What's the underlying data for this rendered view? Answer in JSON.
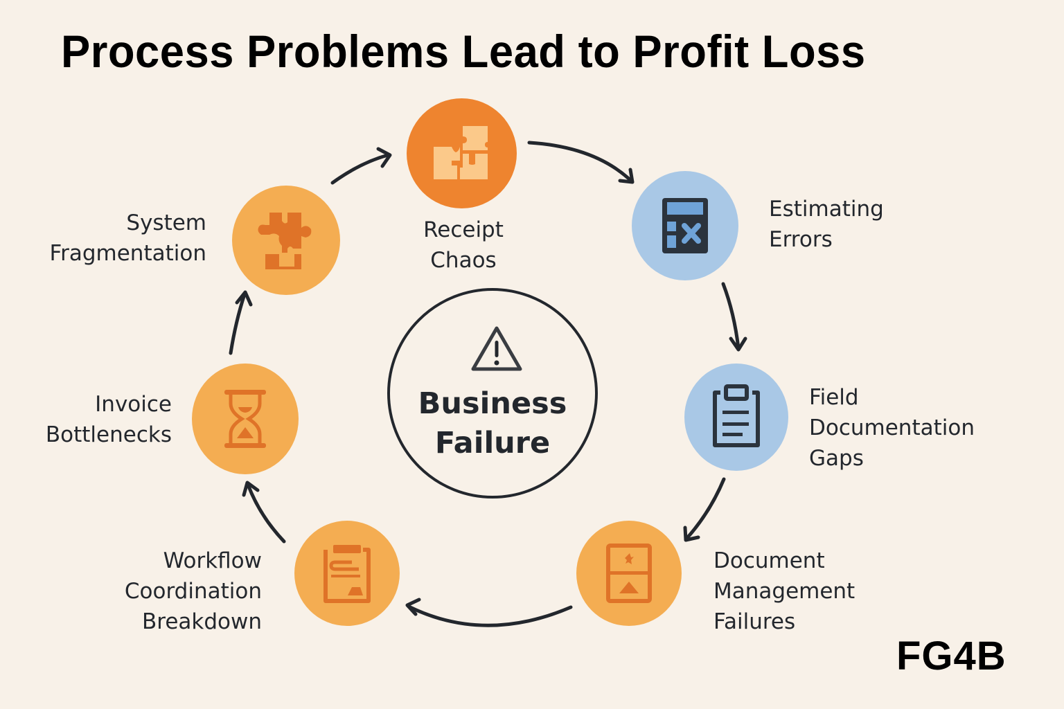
{
  "title": "Process Problems Lead to Profit Loss",
  "hub": {
    "icon": "warning-triangle-icon",
    "line1": "Business",
    "line2": "Failure"
  },
  "brand": "FG4B",
  "colors": {
    "background": "#f8f1e8",
    "orange_dark": "#ee842f",
    "orange_light": "#f4ad52",
    "orange_icon": "#df7328",
    "blue_circle": "#a9c8e6",
    "blue_icon_dark": "#2b333d",
    "text": "#23272d"
  },
  "nodes": [
    {
      "id": "receipt-chaos",
      "icon": "puzzle-pieces-icon",
      "lines": [
        "Receipt",
        "Chaos"
      ]
    },
    {
      "id": "estimating-errors",
      "icon": "calculator-icon",
      "lines": [
        "Estimating",
        "Errors"
      ]
    },
    {
      "id": "field-documentation-gaps",
      "icon": "clipboard-icon",
      "lines": [
        "Field",
        "Documentation",
        "Gaps"
      ]
    },
    {
      "id": "document-management-failures",
      "icon": "document-frame-icon",
      "lines": [
        "Document",
        "Management",
        "Failures"
      ]
    },
    {
      "id": "workflow-coordination-breakdown",
      "icon": "clipboard-report-icon",
      "lines": [
        "Workflow",
        "Coordination",
        "Breakdown"
      ]
    },
    {
      "id": "invoice-bottlenecks",
      "icon": "hourglass-icon",
      "lines": [
        "Invoice",
        "Bottlenecks"
      ]
    },
    {
      "id": "system-fragmentation",
      "icon": "puzzle-piece-icon",
      "lines": [
        "System",
        "Fragmentation"
      ]
    }
  ]
}
